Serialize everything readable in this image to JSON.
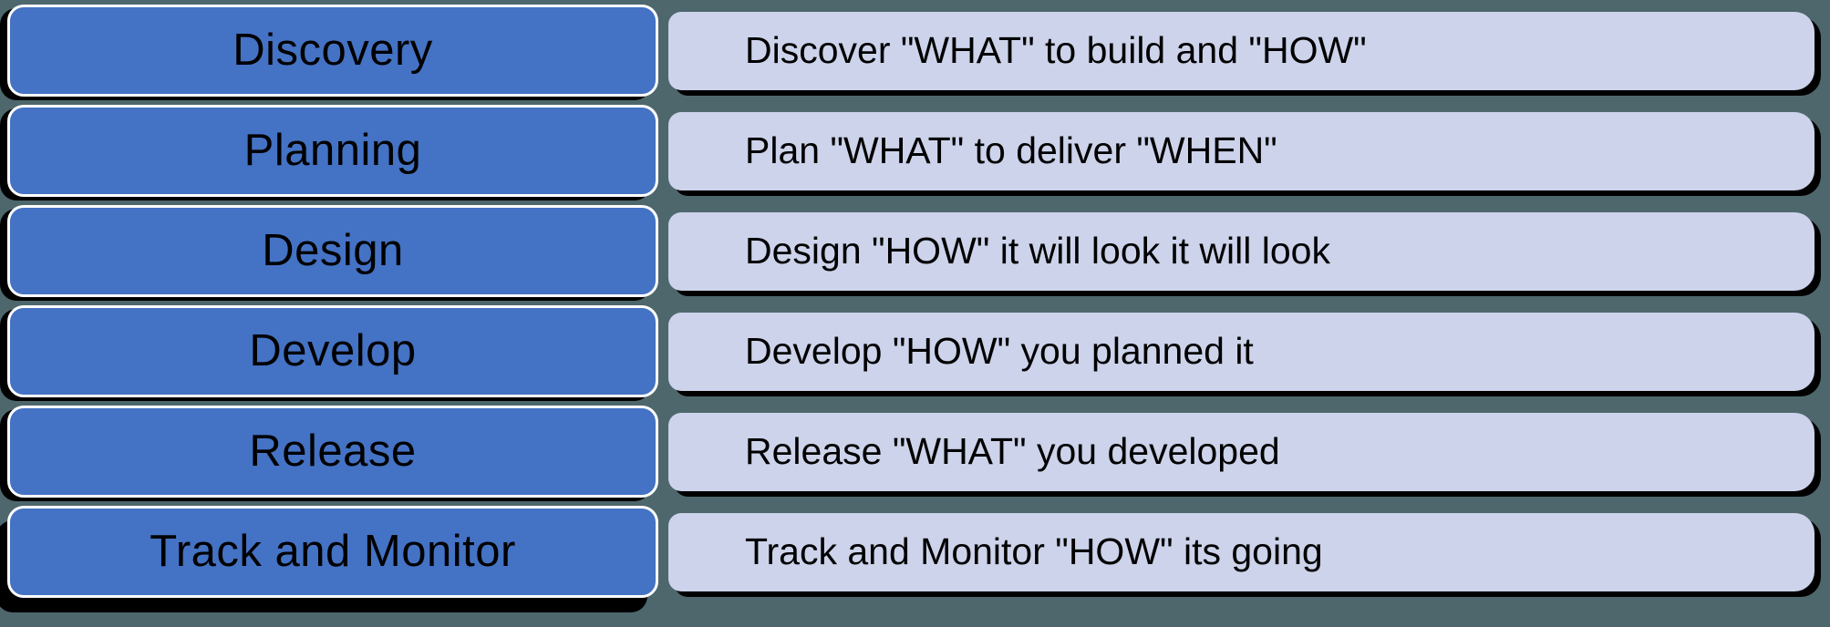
{
  "colors": {
    "background": "#4E676D",
    "stage_fill": "#4472C4",
    "stage_border": "#FFFFFF",
    "description_fill": "#CCD3EA",
    "text": "#000000",
    "shadow": "#000000"
  },
  "rows": [
    {
      "stage": "Discovery",
      "description": "Discover \"WHAT\" to build and \"HOW\""
    },
    {
      "stage": "Planning",
      "description": "Plan \"WHAT\" to deliver \"WHEN\""
    },
    {
      "stage": "Design",
      "description": "Design \"HOW\" it will look it will look"
    },
    {
      "stage": "Develop",
      "description": "Develop \"HOW\" you planned it"
    },
    {
      "stage": "Release",
      "description": "Release \"WHAT\" you developed"
    },
    {
      "stage": "Track and Monitor",
      "description": "Track and Monitor \"HOW\" its going"
    }
  ]
}
